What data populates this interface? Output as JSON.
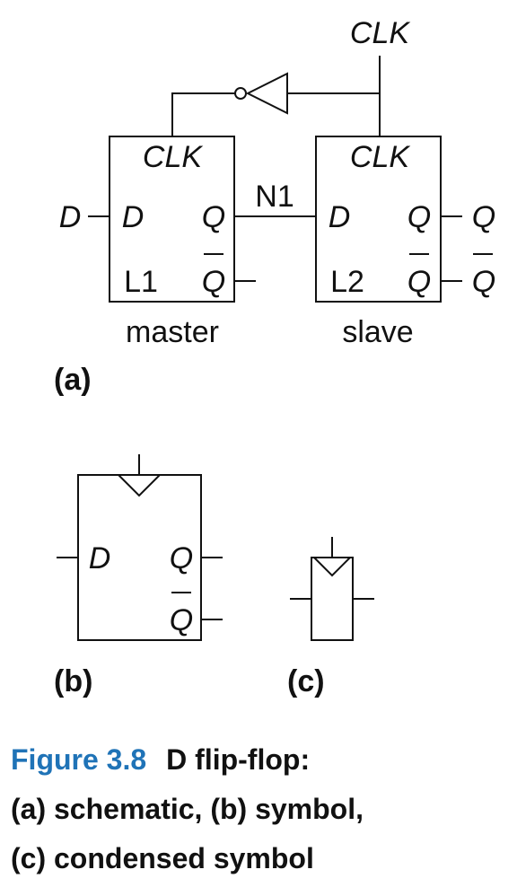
{
  "part_a": {
    "clk_top": "CLK",
    "input_d": "D",
    "master": {
      "clk": "CLK",
      "d": "D",
      "q": "Q",
      "qbar": "Q",
      "name": "L1",
      "caption": "master"
    },
    "node": "N1",
    "slave": {
      "clk": "CLK",
      "d": "D",
      "q": "Q",
      "qbar": "Q",
      "name": "L2",
      "caption": "slave"
    },
    "out_q": "Q",
    "out_qbar": "Q",
    "tag": "(a)"
  },
  "part_b": {
    "d": "D",
    "q": "Q",
    "qbar": "Q",
    "tag": "(b)"
  },
  "part_c": {
    "tag": "(c)"
  },
  "caption": {
    "number": "Figure 3.8",
    "line1": "D flip-flop:",
    "line2": "(a) schematic, (b) symbol,",
    "line3": "(c) condensed symbol"
  }
}
